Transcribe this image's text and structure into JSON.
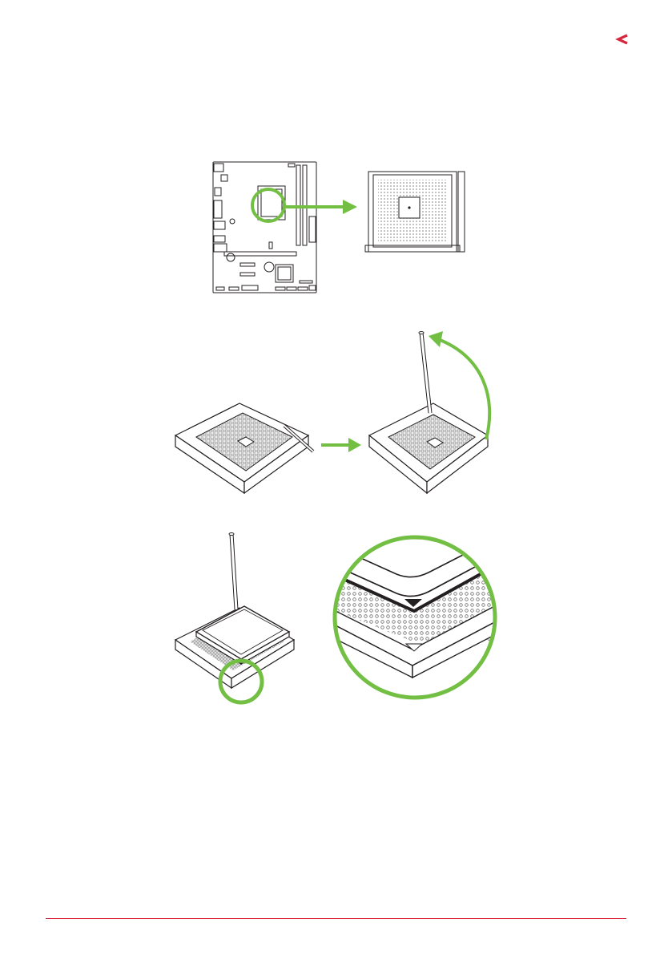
{
  "colors": {
    "brand": "#d7263d",
    "highlight": "#72bf44",
    "line": "#231f20",
    "fill": "#ffffff",
    "pin_texture": "#5a5a5a"
  },
  "icons": {
    "header_mark": "chevron-left-icon",
    "arrow_right": "arrow-right-icon",
    "arrow_curved": "curved-arrow-icon",
    "orientation_triangle": "triangle-marker-icon"
  },
  "steps": [
    {
      "description": "motherboard-socket-location"
    },
    {
      "description": "lift-socket-lever"
    },
    {
      "description": "align-cpu-triangle-marker"
    }
  ]
}
